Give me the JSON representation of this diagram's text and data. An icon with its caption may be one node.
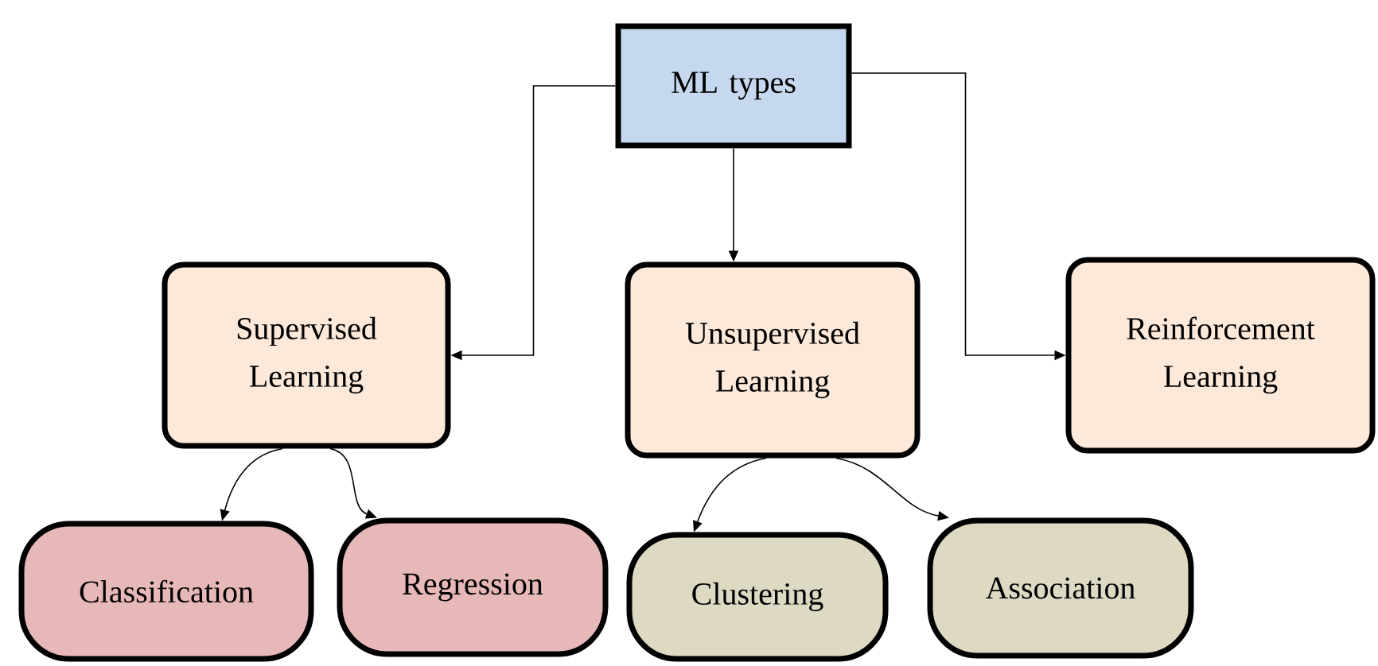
{
  "diagram": {
    "nodes": [
      {
        "text": [
          "ML types"
        ]
      },
      {
        "text": [
          "Supervised Learning"
        ]
      },
      {
        "text": [
          "Unsupervised Learning"
        ]
      },
      {
        "text": [
          "Reinforcement Learning"
        ]
      },
      {
        "text": [
          "Classification"
        ]
      },
      {
        "text": [
          "Regression"
        ]
      },
      {
        "text": [
          "Clustering"
        ]
      },
      {
        "text": [
          "Association"
        ]
      }
    ],
    "edges": [
      {
        "from": 0,
        "to": 1,
        "arrow": "to"
      },
      {
        "from": 0,
        "to": 2,
        "arrow": "to"
      },
      {
        "from": 0,
        "to": 3,
        "arrow": "to"
      },
      {
        "from": 1,
        "to": 4,
        "arrow": "to"
      },
      {
        "from": 1,
        "to": 5,
        "arrow": "to"
      },
      {
        "from": 2,
        "to": 6,
        "arrow": "to"
      },
      {
        "from": 2,
        "to": 7,
        "arrow": "to"
      }
    ]
  }
}
